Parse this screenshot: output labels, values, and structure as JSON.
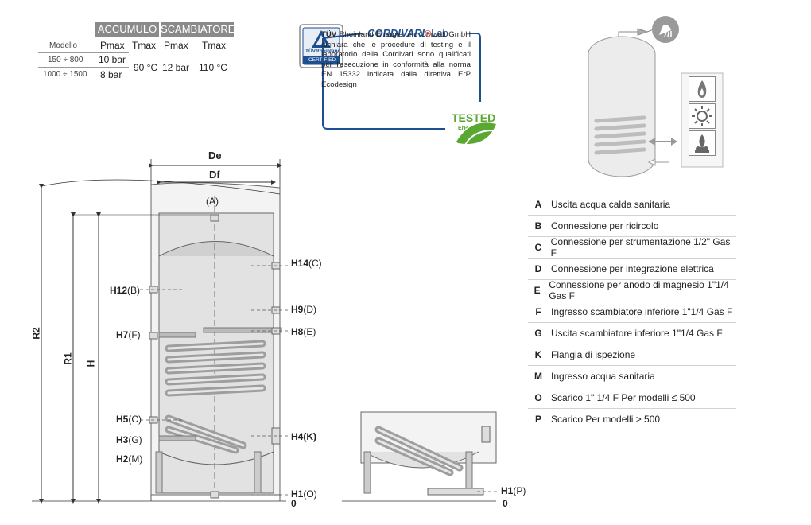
{
  "spec_table": {
    "group_accumulo": "ACCUMULO",
    "group_scambiatore": "SCAMBIATORE",
    "col_modello": "Modello",
    "col_pmax_acc": "Pmax",
    "col_tmax_acc": "Tmax",
    "col_pmax_sc": "Pmax",
    "col_tmax_sc": "Tmax",
    "rows": [
      {
        "modello": "150 ÷ 800",
        "pmax": "10 bar"
      },
      {
        "modello": "1000 ÷ 1500",
        "pmax": "8 bar"
      }
    ],
    "tmax_acc": "90 °C",
    "pmax_sc": "12 bar",
    "tmax_sc": "110 °C"
  },
  "certification": {
    "tuv_logo_text": "TÜVRheinland",
    "tuv_certified": "CERTIFIED",
    "brand": "CORDIVARI",
    "brand_suffix": "Lab",
    "text_lead": "TÜV",
    "text": "Rheinland Energie und Umwelt GmbH dichiara che le procedure di testing e il laboratorio della Cordivari sono qualificati per l'esecuzione in conformità alla norma EN 15332 indicata dalla direttiva ErP Ecodesign",
    "tested_badge": "TESTED",
    "tested_sub": "ErP"
  },
  "diagram_labels": {
    "De": "De",
    "Df": "Df",
    "A": "(A)",
    "R2": "R2",
    "R1": "R1",
    "H": "H",
    "left": [
      {
        "code": "H12",
        "ref": "(B)"
      },
      {
        "code": "H7",
        "ref": "(F)"
      },
      {
        "code": "H5",
        "ref": "(C)"
      },
      {
        "code": "H3",
        "ref": "(G)"
      },
      {
        "code": "H2",
        "ref": "(M)"
      }
    ],
    "right": [
      {
        "code": "H14",
        "ref": "(C)"
      },
      {
        "code": "H9",
        "ref": "(D)"
      },
      {
        "code": "H8",
        "ref": "(E)"
      },
      {
        "code": "H4",
        "ref": "(K)"
      },
      {
        "code": "H1",
        "ref": "(O)"
      }
    ],
    "zero": "0",
    "small_h1": {
      "code": "H1",
      "ref": "(P)"
    },
    "small_zero": "0"
  },
  "legend": [
    {
      "key": "A",
      "desc": "Uscita acqua calda sanitaria"
    },
    {
      "key": "B",
      "desc": "Connessione per ricircolo"
    },
    {
      "key": "C",
      "desc": "Connessione per strumentazione 1/2\" Gas F"
    },
    {
      "key": "D",
      "desc": "Connessione per integrazione elettrica"
    },
    {
      "key": "E",
      "desc": "Connessione per anodo di magnesio 1\"1/4 Gas F"
    },
    {
      "key": "F",
      "desc": "Ingresso scambiatore inferiore 1\"1/4 Gas F"
    },
    {
      "key": "G",
      "desc": "Uscita scambiatore inferiore 1\"1/4 Gas F"
    },
    {
      "key": "K",
      "desc": "Flangia di ispezione"
    },
    {
      "key": "M",
      "desc": "Ingresso acqua sanitaria"
    },
    {
      "key": "O",
      "desc": "Scarico 1\" 1/4 F  Per modelli ≤ 500"
    },
    {
      "key": "P",
      "desc": "Scarico Per modelli > 500"
    }
  ],
  "icons": [
    "shower-icon",
    "flame-icon",
    "sun-icon",
    "boiler-flame-icon"
  ],
  "colors": {
    "accent_blue": "#1d4f91",
    "header_gray": "#8a8a8a",
    "tested_green": "#5aa832",
    "brand_red": "#d0312d"
  }
}
